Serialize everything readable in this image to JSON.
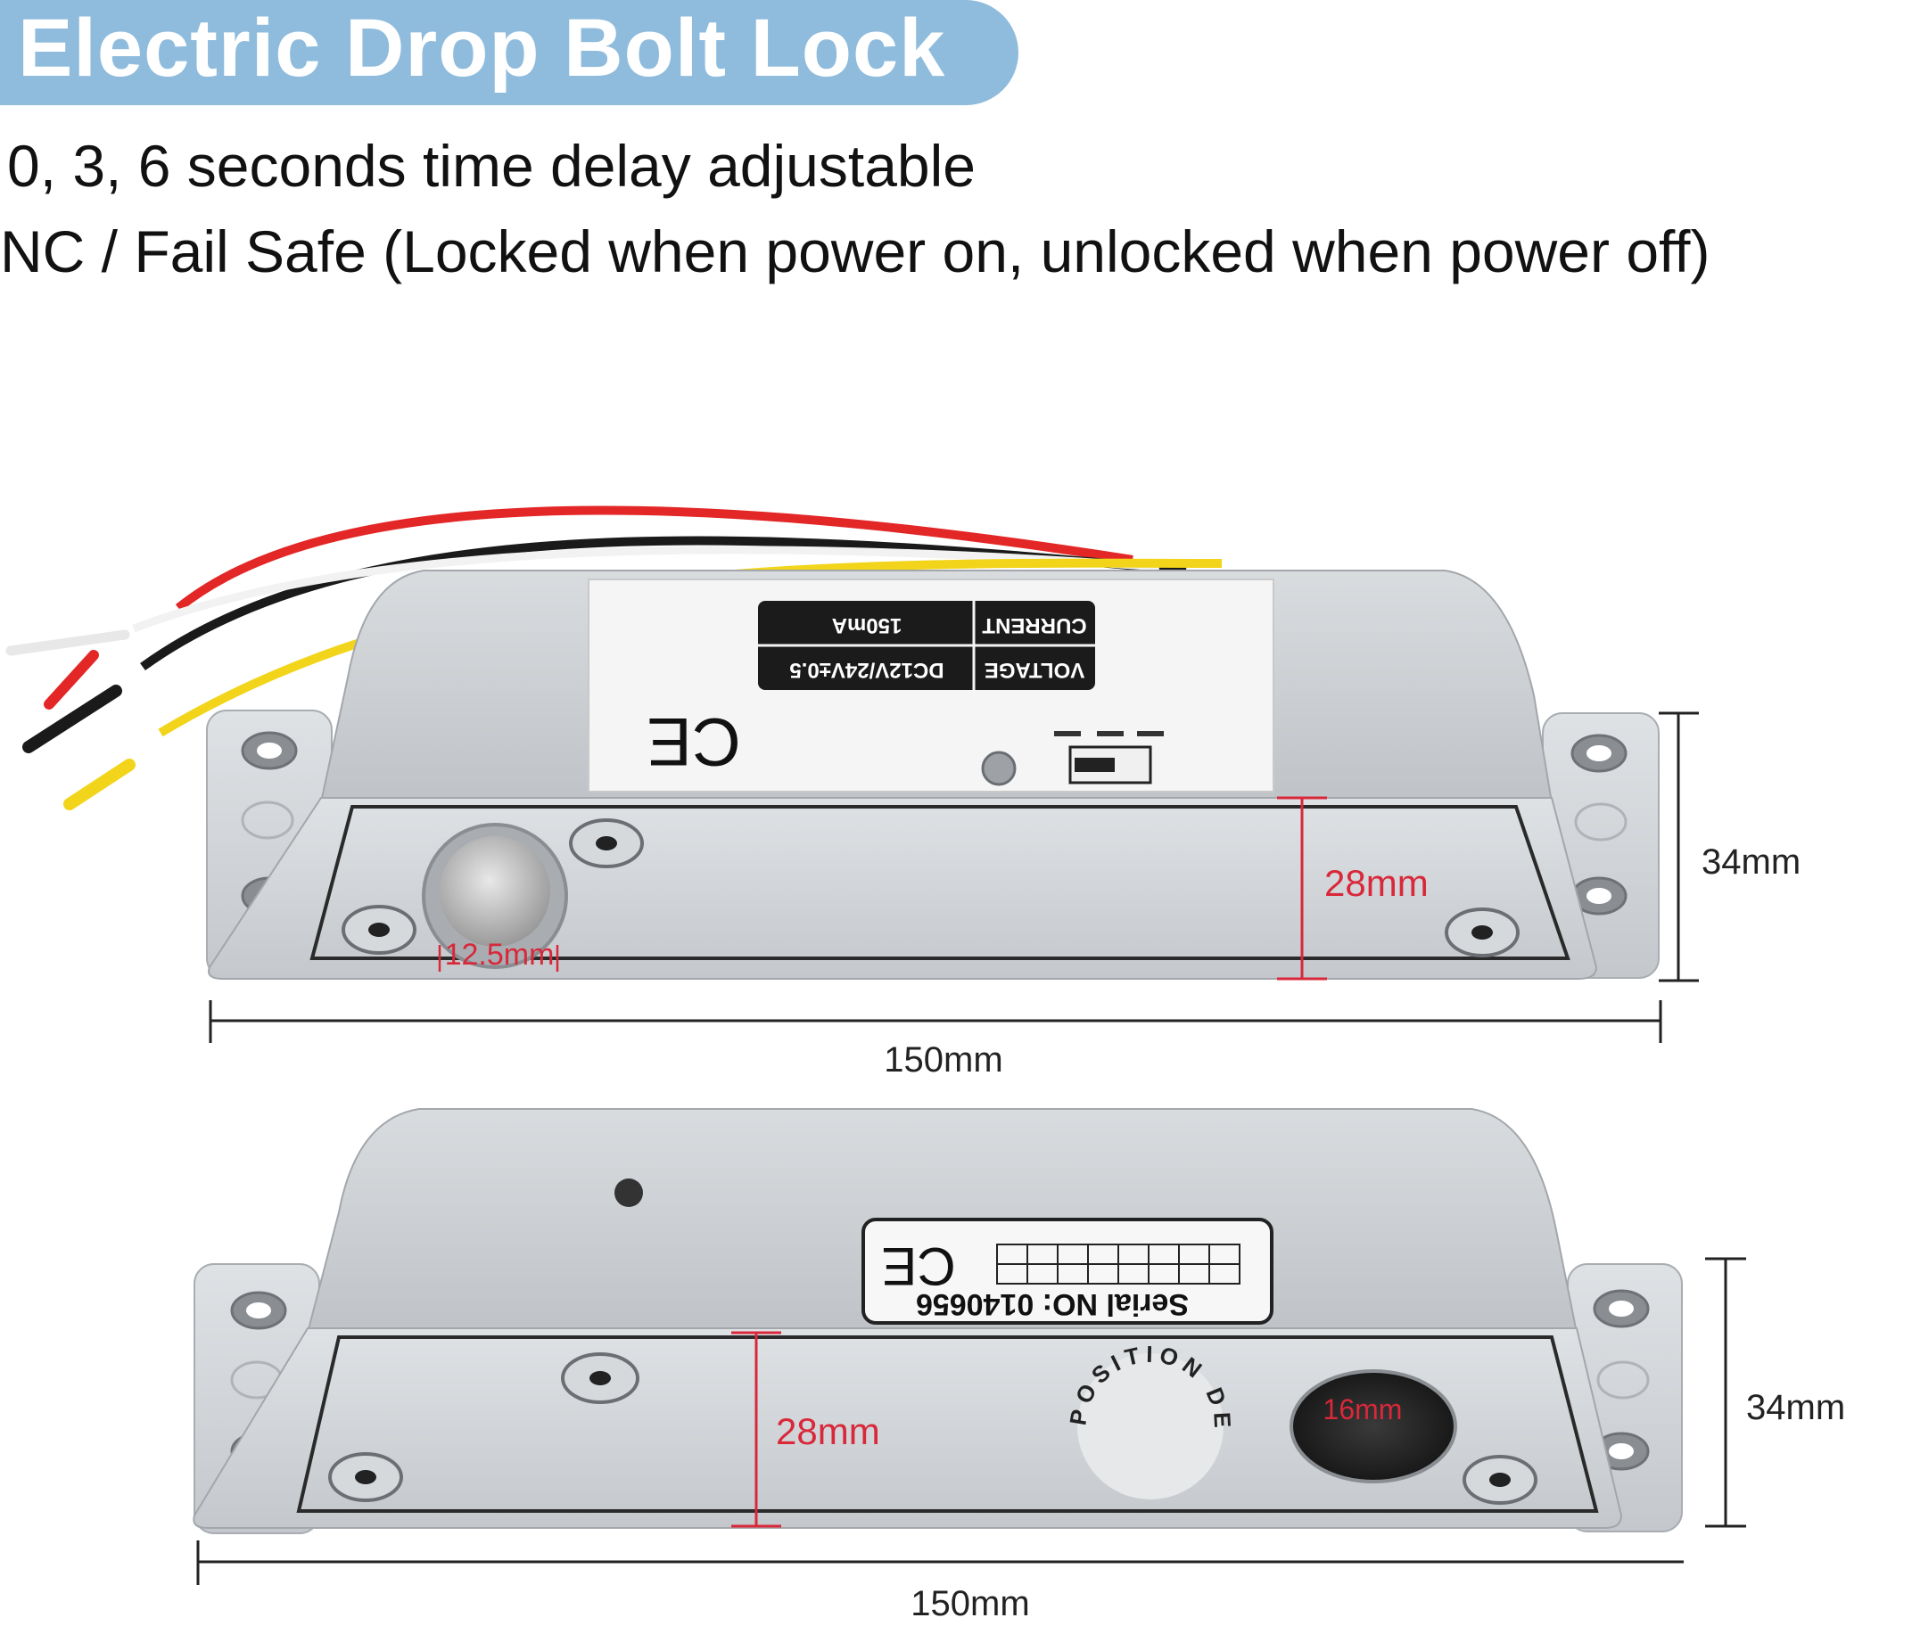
{
  "header": {
    "title": "Electric Drop Bolt Lock",
    "feature_1": "0, 3, 6 seconds time delay adjustable",
    "feature_2": "NC / Fail Safe (Locked when power on, unlocked when power off)"
  },
  "top_view": {
    "label": {
      "voltage_key": "VOLTAGE",
      "voltage_value": "DC12V/24V±0.5",
      "current_key": "CURRENT",
      "current_value": "150mA",
      "mark": "CE"
    },
    "dimensions": {
      "bolt_diameter": "12.5mm",
      "body_height": "28mm",
      "overall_height": "34mm",
      "length": "150mm"
    }
  },
  "bottom_view": {
    "label": {
      "mark": "CE",
      "serial": "Serial NO: 0140656"
    },
    "stamp": "POSITION DETECTOR",
    "dimensions": {
      "hole_diameter": "16mm",
      "body_height": "28mm",
      "overall_height": "34mm",
      "length": "150mm"
    }
  },
  "colors": {
    "title_bg": "#8fbcdd",
    "dimension_red": "#d8283a",
    "metal": "#c9cdd1",
    "wire_red": "#e32626",
    "wire_black": "#1a1a1a",
    "wire_white": "#f2f2f2",
    "wire_yellow": "#f2d51a"
  }
}
